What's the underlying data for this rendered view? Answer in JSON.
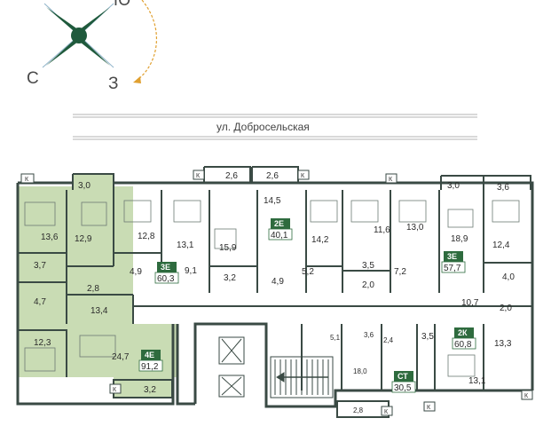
{
  "compass": {
    "letters": {
      "north": "С",
      "east": "Ю",
      "south": "Ю",
      "west": "З"
    },
    "top_partial": "Ю"
  },
  "street": {
    "name": "ул. Добросельская"
  },
  "colors": {
    "wall": "#3a4a44",
    "highlight": "#c9dcb4",
    "badge": "#2e6b3e",
    "compass_star": "#1f5a3c",
    "compass_ray": "#8fb3c9",
    "arrow": "#e0a030"
  },
  "markers": {
    "k": "К"
  },
  "rooms": {
    "r13_6": "13,6",
    "r3_0a": "3,0",
    "r12_9": "12,9",
    "r3_7": "3,7",
    "r4_7": "4,7",
    "r2_8": "2,8",
    "r13_4": "13,4",
    "r12_3": "12,3",
    "r24_7": "24,7",
    "r3_2b": "3,2",
    "r12_8": "12,8",
    "r4_9a": "4,9",
    "r9_1": "9,1",
    "r13_1a": "13,1",
    "r15_9": "15,9",
    "r3_2a": "3,2",
    "r2_6a": "2,6",
    "r2_6b": "2,6",
    "r14_5": "14,5",
    "r4_9b": "4,9",
    "r14_2": "14,2",
    "r5_2": "5,2",
    "r11_6": "11,6",
    "r3_5a": "3,5",
    "r2_0a": "2,0",
    "r7_2": "7,2",
    "r13_0": "13,0",
    "r3_0b": "3,0",
    "r3_6a": "3,6",
    "r18_9": "18,9",
    "r12_4": "12,4",
    "r4_0": "4,0",
    "r10_7": "10,7",
    "r2_0b": "2,0",
    "r5_1": "5,1",
    "r3_6b": "3,6",
    "r2_4": "2,4",
    "r3_5b": "3,5",
    "r18_0": "18,0",
    "r2_8b": "2,8",
    "r13_3": "13,3",
    "r13_1b": "13,1"
  },
  "apartments": [
    {
      "type": "3Е",
      "area": "60,3"
    },
    {
      "type": "2Е",
      "area": "40,1"
    },
    {
      "type": "3Е",
      "area": "57,7"
    },
    {
      "type": "4Е",
      "area": "91,2"
    },
    {
      "type": "2К",
      "area": "60,8"
    },
    {
      "type": "СТ",
      "area": "30,5"
    }
  ]
}
